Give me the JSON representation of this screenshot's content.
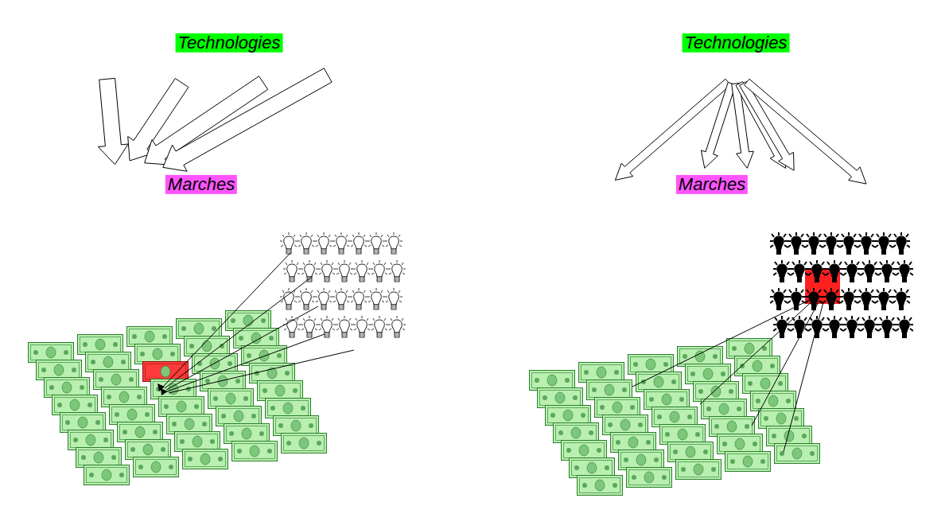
{
  "diagram": {
    "nodes": [
      {
        "text": [
          "Technologies"
        ]
      },
      {
        "text": [
          "Marches"
        ]
      },
      {
        "text": [
          "Technologies"
        ]
      },
      {
        "text": [
          "Marches"
        ]
      }
    ],
    "edges": [
      {
        "from": 0,
        "to": 1,
        "arrow": "to"
      },
      {
        "from": 0,
        "to": 1,
        "arrow": "to"
      },
      {
        "from": 0,
        "to": 1,
        "arrow": "to"
      },
      {
        "from": 0,
        "to": 1,
        "arrow": "to"
      },
      {
        "from": 2,
        "to": 3,
        "arrow": "to"
      },
      {
        "from": 2,
        "to": 3,
        "arrow": "to"
      },
      {
        "from": 2,
        "to": 3,
        "arrow": "to"
      },
      {
        "from": 2,
        "to": 3,
        "arrow": "to"
      },
      {
        "from": 2,
        "to": 3,
        "arrow": "to"
      },
      {
        "from": 2,
        "to": 3,
        "arrow": "to"
      }
    ]
  }
}
